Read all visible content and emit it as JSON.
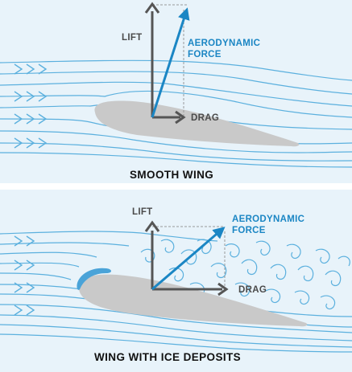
{
  "colors": {
    "background": "#e8f3fa",
    "streamline": "#5bb0de",
    "airfoil": "#c9c9c9",
    "ice": "#4aa3d8",
    "force_arrow": "#555555",
    "resultant_arrow": "#1b86c4",
    "caption": "#111111"
  },
  "panels": [
    {
      "lift_label": "LIFT",
      "drag_label": "DRAG",
      "resultant_label_line1": "AERODYNAMIC",
      "resultant_label_line2": "FORCE",
      "caption": "SMOOTH WING"
    },
    {
      "lift_label": "LIFT",
      "drag_label": "DRAG",
      "resultant_label_line1": "AERODYNAMIC",
      "resultant_label_line2": "FORCE",
      "caption": "WING WITH ICE DEPOSITS",
      "ice_icon": "ice-deposit-shape"
    }
  ]
}
